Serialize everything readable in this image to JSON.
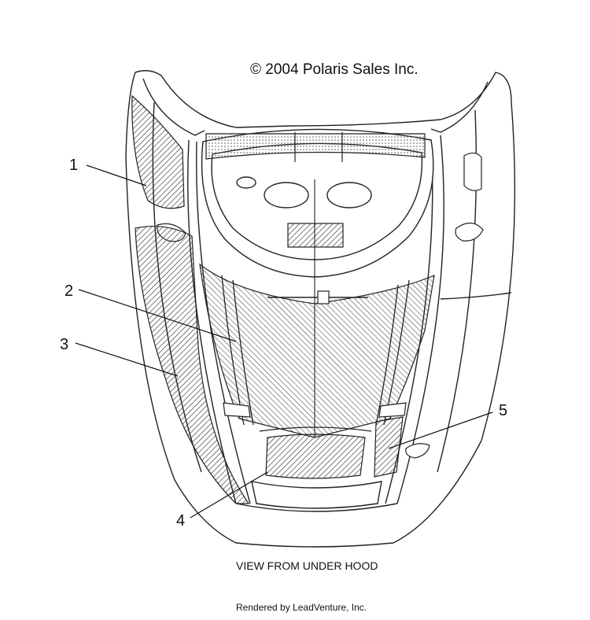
{
  "copyright": "© 2004 Polaris Sales Inc.",
  "caption": "VIEW FROM UNDER HOOD",
  "footer": "Rendered by LeadVenture, Inc.",
  "callouts": [
    "1",
    "2",
    "3",
    "4",
    "5"
  ]
}
